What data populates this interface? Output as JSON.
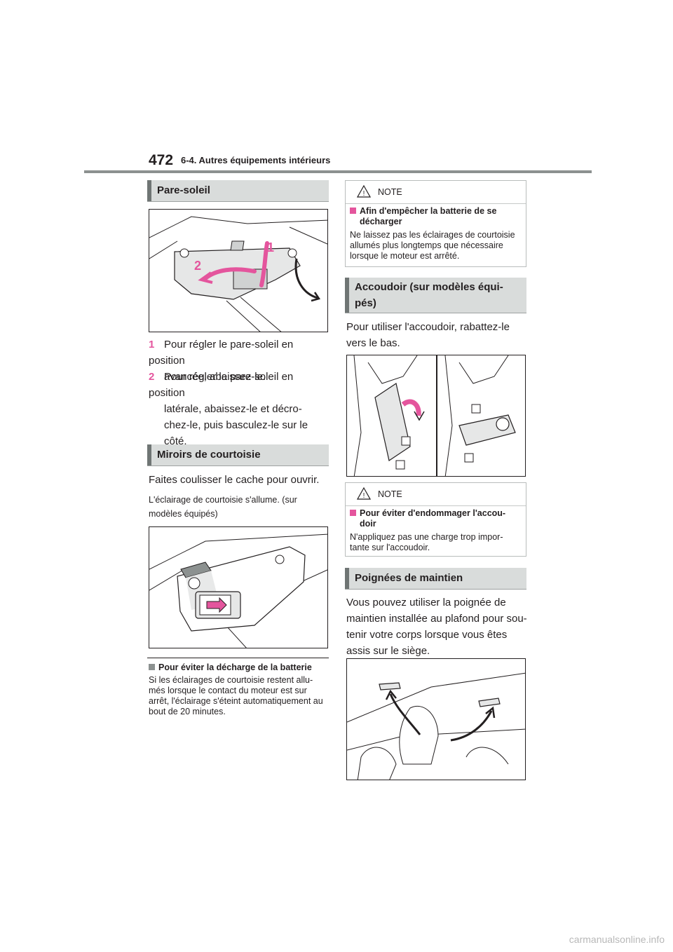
{
  "header": {
    "page_number": "472",
    "chapter": "6-4. Autres équipements intérieurs"
  },
  "left": {
    "sunvisor": {
      "title": "Pare-soleil",
      "steps": [
        {
          "num": "1",
          "lines": [
            "Pour régler le pare-soleil en position",
            "avancée, abaissez-le."
          ]
        },
        {
          "num": "2",
          "lines": [
            "Pour régler le pare-soleil en position",
            "latérale, abaissez-le et décro-",
            "chez-le, puis basculez-le sur le",
            "côté."
          ]
        }
      ],
      "figure_labels": {
        "one": "1",
        "two": "2"
      }
    },
    "mirrors": {
      "title": "Miroirs de courtoisie",
      "body": "Faites coulisser le cache pour ouvrir.",
      "small_lines": [
        "L'éclairage de courtoisie s'allume. (sur",
        "modèles équipés)"
      ]
    },
    "battery_note": {
      "heading": "Pour éviter la décharge de la batterie",
      "lines": [
        "Si les éclairages de courtoisie restent allu-",
        "més lorsque le contact du moteur est sur",
        "arrêt, l'éclairage s'éteint automatiquement au",
        "bout de 20 minutes."
      ]
    }
  },
  "right": {
    "note1": {
      "label": "NOTE",
      "heading_lines": [
        "Afin d'empêcher la batterie de se",
        "décharger"
      ],
      "lines": [
        "Ne laissez pas les éclairages de courtoisie",
        "allumés plus longtemps que nécessaire",
        "lorsque le moteur est arrêté."
      ]
    },
    "armrest": {
      "title_lines": [
        "Accoudoir (sur modèles équi-",
        "pés)"
      ],
      "body_lines": [
        "Pour utiliser l'accoudoir, rabattez-le",
        "vers le bas."
      ]
    },
    "note2": {
      "label": "NOTE",
      "heading_lines": [
        "Pour éviter d'endommager l'accou-",
        "doir"
      ],
      "lines": [
        "N'appliquez pas une charge trop impor-",
        "tante sur l'accoudoir."
      ]
    },
    "grips": {
      "title": "Poignées de maintien",
      "body_lines": [
        "Vous pouvez utiliser la poignée de",
        "maintien installée au plafond pour sou-",
        "tenir votre corps lorsque vous êtes",
        "assis sur le siège."
      ]
    }
  },
  "watermark": "carmanualsonline.info",
  "colors": {
    "accent": "#e4559d",
    "section_bg": "#d9dcdb",
    "rule": "#8c9190"
  }
}
